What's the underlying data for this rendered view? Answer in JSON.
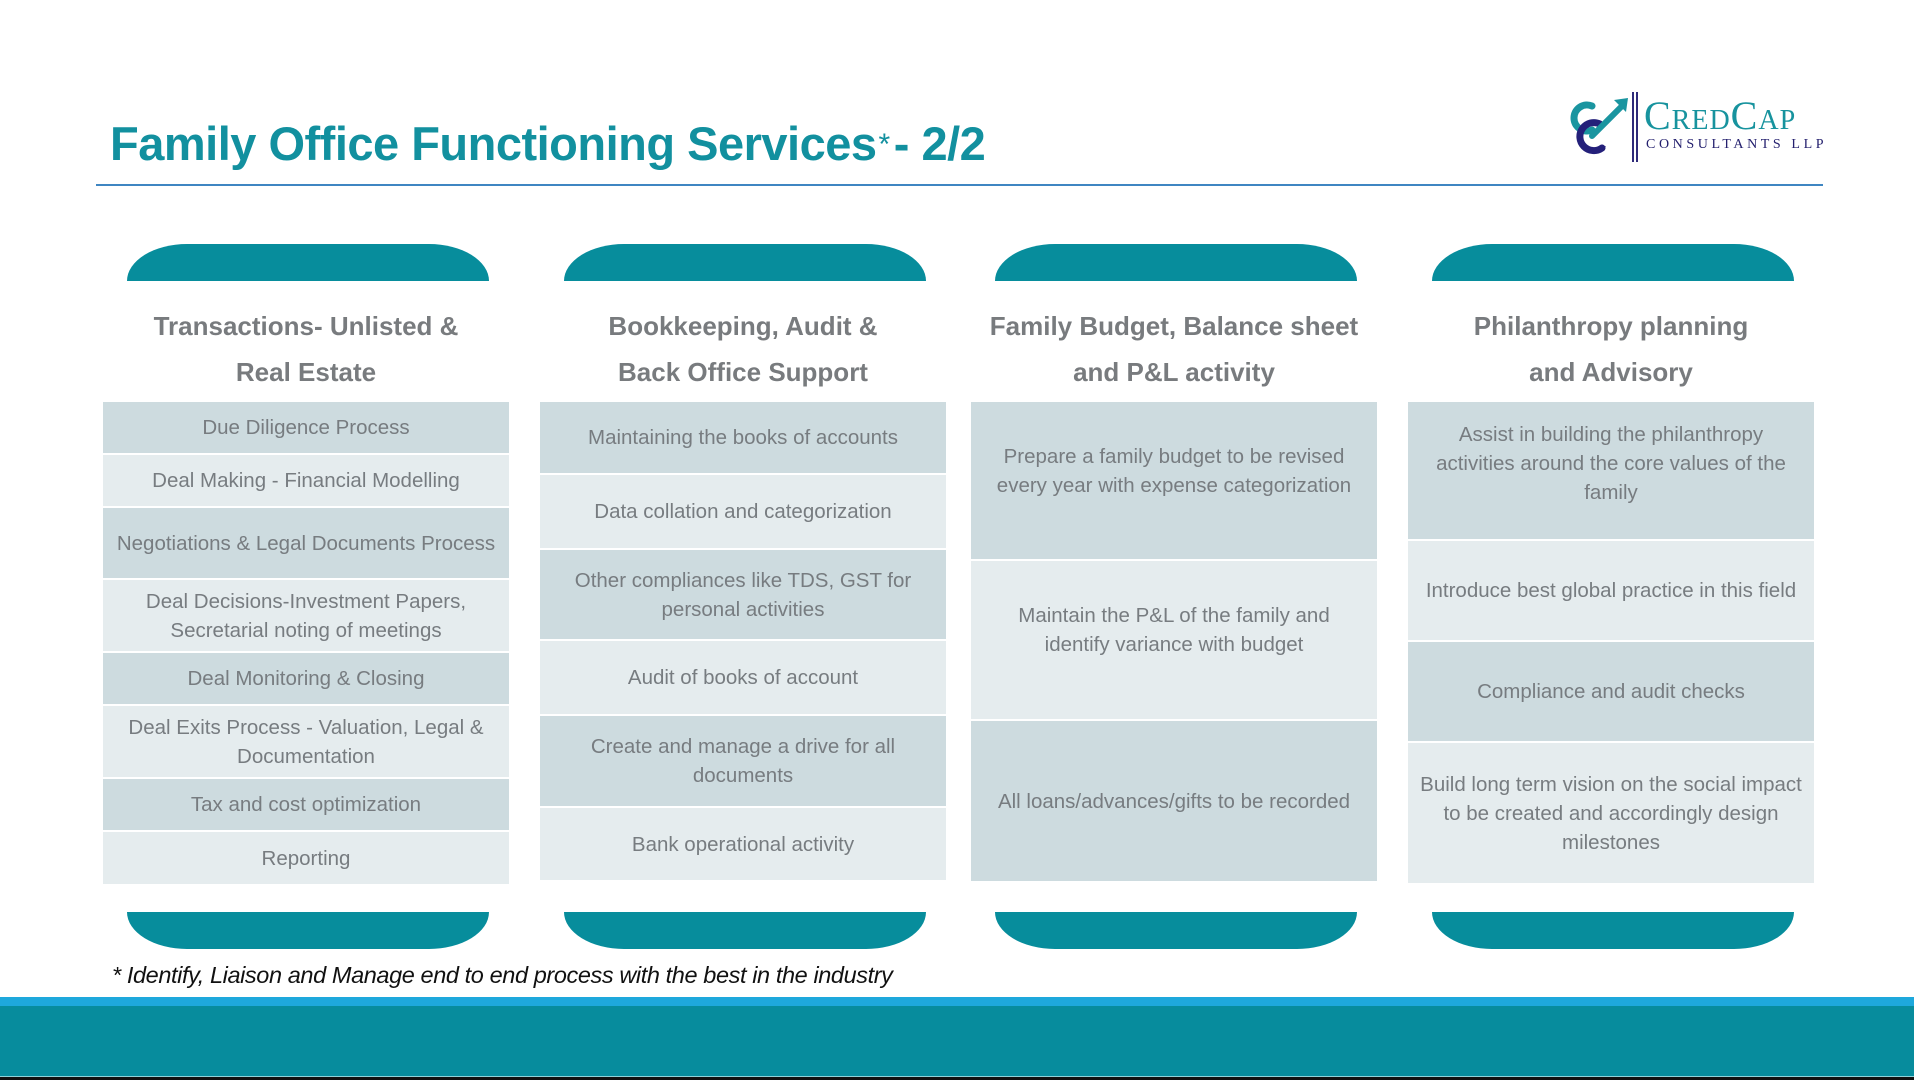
{
  "title": {
    "main": "Family Office Functioning Services",
    "asterisk": "*",
    "suffix": "- 2/2"
  },
  "logo": {
    "icon": "credcap-logo-mark-icon",
    "name": "CredCap",
    "subtitle": "Consultants LLP"
  },
  "colors": {
    "title": "#12909f",
    "accent_teal": "#078d9c",
    "row_dark": "#cddbdf",
    "row_light": "#e5ecee",
    "text_gray": "#777c80",
    "stripe_blue": "#1ea8dc"
  },
  "columns": [
    {
      "heading_line1": "Transactions- Unlisted &",
      "heading_line2": "Real Estate",
      "items": [
        "Due Diligence Process",
        "Deal Making - Financial Modelling",
        "Negotiations & Legal Documents Process",
        "Deal Decisions-Investment Papers, Secretarial noting  of meetings",
        "Deal Monitoring & Closing",
        "Deal Exits Process - Valuation, Legal & Documentation",
        "Tax and cost optimization",
        "Reporting"
      ]
    },
    {
      "heading_line1": "Bookkeeping, Audit &",
      "heading_line2": "Back Office Support",
      "items": [
        "Maintaining the books of accounts",
        "Data collation and categorization",
        "Other compliances like TDS, GST for personal activities",
        "Audit of books of account",
        "Create and manage a drive for all documents",
        "Bank operational activity"
      ]
    },
    {
      "heading_line1": "Family Budget, Balance sheet",
      "heading_line2": "and P&L activity",
      "items": [
        "Prepare a family budget to be revised every year with expense categorization",
        "Maintain the P&L of the family and identify variance with budget",
        "All loans/advances/gifts to be recorded"
      ]
    },
    {
      "heading_line1": "Philanthropy planning",
      "heading_line2": "and Advisory",
      "items": [
        "Assist in building the philanthropy activities around the core values of the family",
        "Introduce best global practice in this field",
        "Compliance and audit checks",
        "Build long term vision on the social impact to be created and accordingly design milestones"
      ]
    }
  ],
  "footnote": "* Identify, Liaison and  Manage end to end process with the best in the industry"
}
